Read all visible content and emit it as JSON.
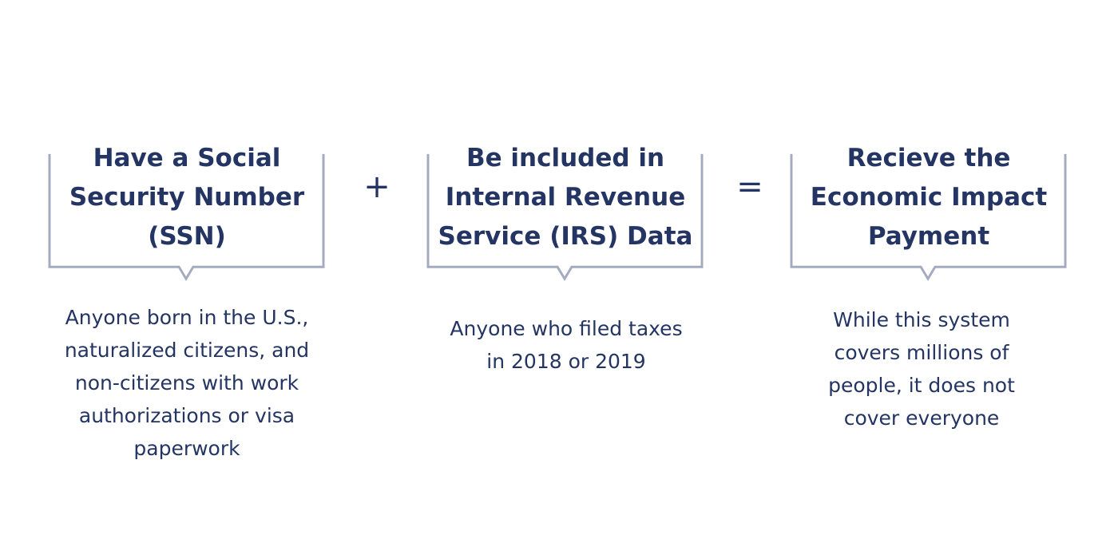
{
  "steps": [
    {
      "title": "Have a Social Security Number (SSN)",
      "description": "Anyone born in the U.S., naturalized citizens, and non-citizens with work authorizations or visa paperwork"
    },
    {
      "title": "Be included in Internal Revenue Service (IRS) Data",
      "description": "Anyone who filed taxes in 2018 or 2019"
    },
    {
      "title": "Recieve the Economic Impact Payment",
      "description": "While this system covers millions of people, it does not cover everyone"
    }
  ],
  "operators": {
    "plus": "+",
    "equals": "="
  },
  "colors": {
    "text": "#243564",
    "bracket": "#a4abbe"
  }
}
